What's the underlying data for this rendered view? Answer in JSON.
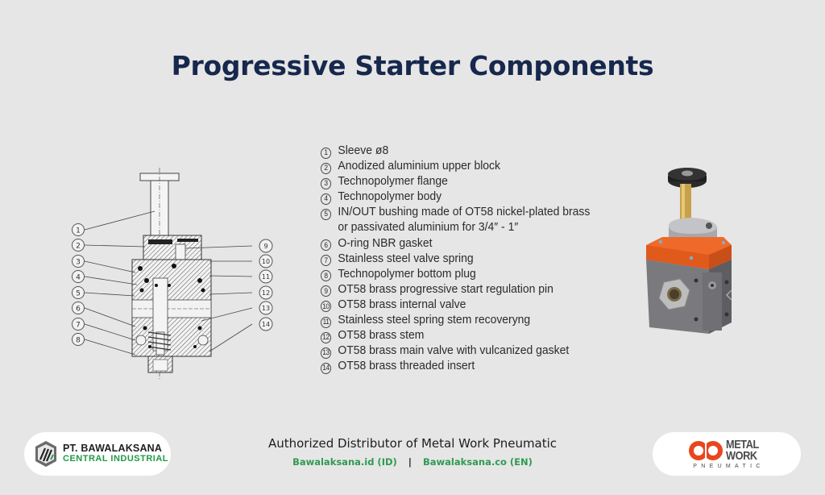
{
  "page": {
    "title": "Progressive Starter Components",
    "background_color": "#e6e6e6",
    "title_color": "#17284d"
  },
  "diagram": {
    "type": "cross-section",
    "callouts_left": [
      "1",
      "2",
      "3",
      "4",
      "5",
      "6",
      "7",
      "8"
    ],
    "callouts_right": [
      "9",
      "10",
      "11",
      "12",
      "13",
      "14"
    ]
  },
  "components": [
    {
      "num": "1",
      "label": "Sleeve ø8"
    },
    {
      "num": "2",
      "label": "Anodized aluminium upper block"
    },
    {
      "num": "3",
      "label": "Technopolymer flange"
    },
    {
      "num": "4",
      "label": "Technopolymer body"
    },
    {
      "num": "5",
      "label": "IN/OUT bushing made of OT58 nickel-plated brass",
      "continuation": "or passivated aluminium for 3/4″ - 1″"
    },
    {
      "num": "6",
      "label": "O-ring NBR gasket"
    },
    {
      "num": "7",
      "label": "Stainless steel valve spring"
    },
    {
      "num": "8",
      "label": "Technopolymer bottom plug"
    },
    {
      "num": "9",
      "label": "OT58 brass progressive start regulation pin"
    },
    {
      "num": "10",
      "label": "OT58 brass internal valve"
    },
    {
      "num": "11",
      "label": "Stainless steel spring stem recoveryng"
    },
    {
      "num": "12",
      "label": "OT58 brass stem"
    },
    {
      "num": "13",
      "label": "OT58 brass main valve with vulcanized gasket"
    },
    {
      "num": "14",
      "label": "OT58 brass threaded insert"
    }
  ],
  "product_photo": {
    "description": "Progressive starter valve with orange flange, grey body, brass stem and black knob",
    "accent_color": "#ef6a2a"
  },
  "footer": {
    "left_logo": {
      "line1": "PT. BAWALAKSANA",
      "line2": "CENTRAL INDUSTRIAL",
      "line2_color": "#1f9a45"
    },
    "center": {
      "title": "Authorized Distributor of Metal Work Pneumatic",
      "link_id": "Bawalaksana.id (ID)",
      "separator": "|",
      "link_en": "Bawalaksana.co (EN)",
      "link_color": "#2f9a52"
    },
    "right_logo": {
      "line1": "METAL",
      "line2": "WORK",
      "sub": "PNEUMATIC",
      "brand_color": "#e8461e"
    }
  }
}
